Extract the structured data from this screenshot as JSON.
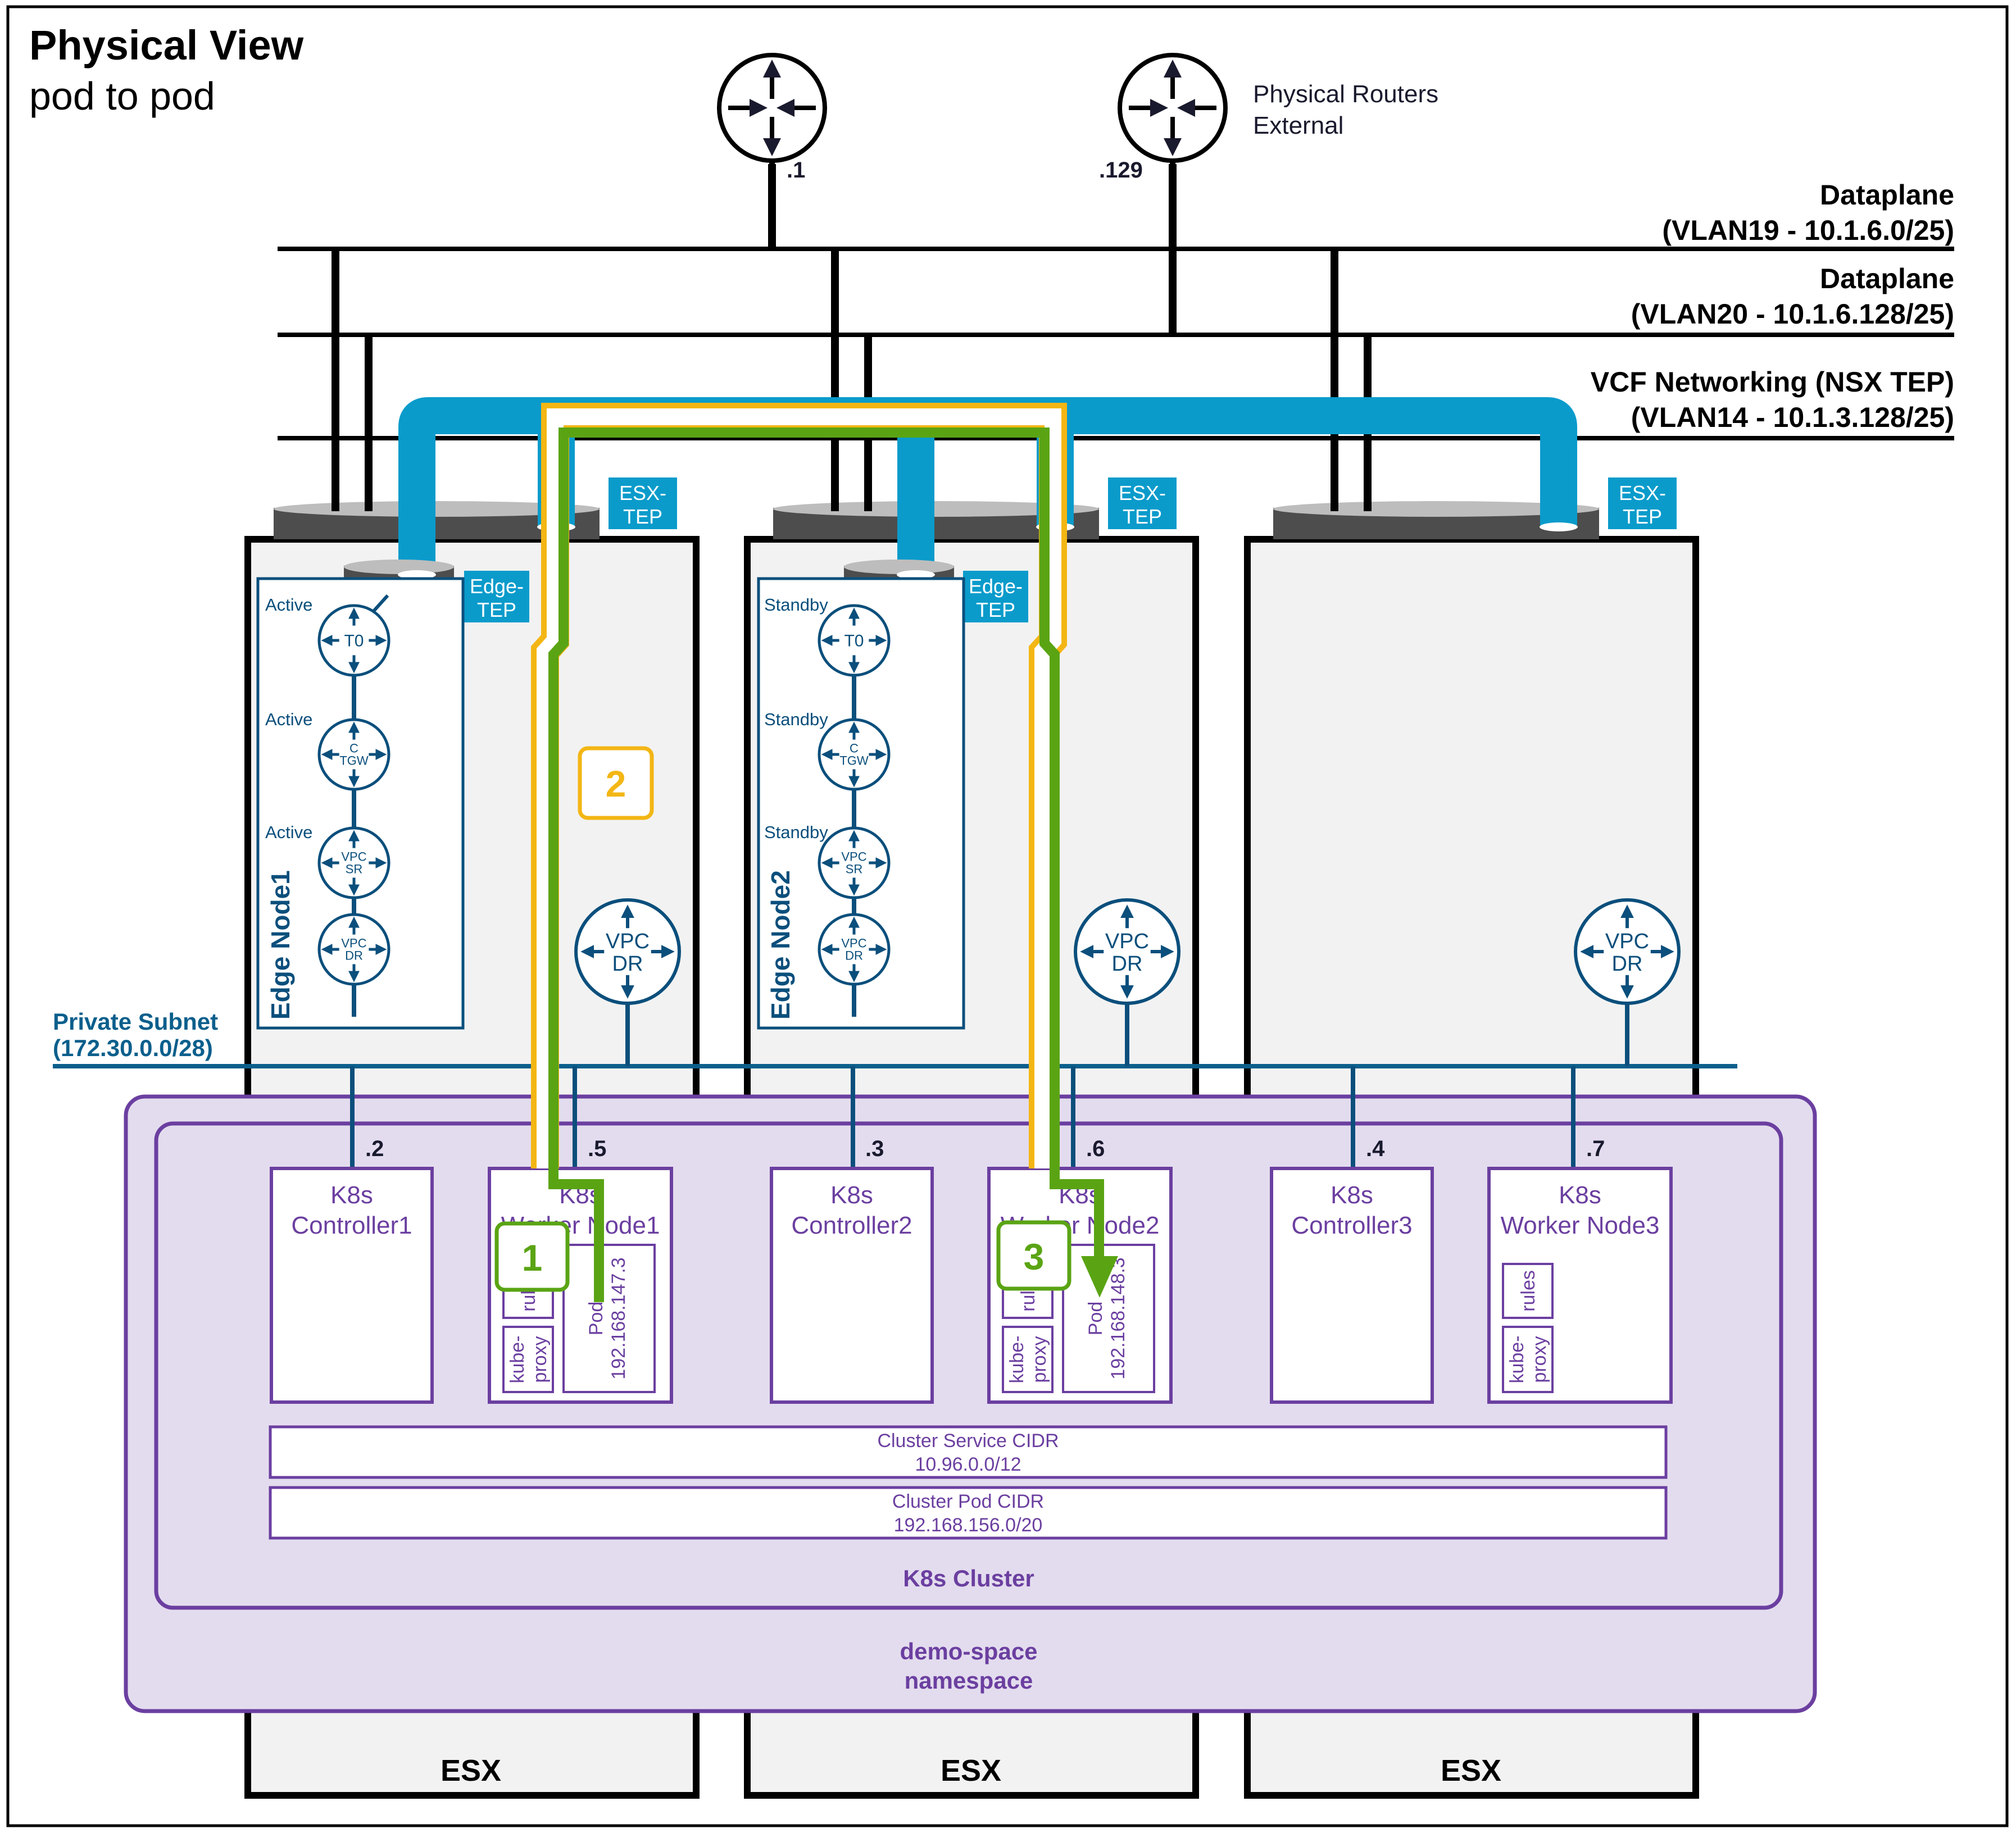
{
  "header": {
    "title": "Physical View",
    "subtitle": "pod to pod"
  },
  "routers": [
    {
      "label": ".1"
    },
    {
      "label": ".129"
    }
  ],
  "routers_caption": {
    "line1": "Physical Routers",
    "line2": "External"
  },
  "networks": {
    "dataplane1": {
      "title": "Dataplane",
      "subnet": "(VLAN19 - 10.1.6.0/25)"
    },
    "dataplane2": {
      "title": "Dataplane",
      "subnet": "(VLAN20 - 10.1.6.128/25)"
    },
    "tep": {
      "title": "VCF Networking (NSX TEP)",
      "subnet": "(VLAN14 - 10.1.3.128/25)"
    }
  },
  "tep_labels": {
    "esx_line1": "ESX-",
    "esx_line2": "TEP",
    "edge_line1": "Edge-",
    "edge_line2": "TEP"
  },
  "edge_nodes": [
    {
      "name": "Edge Node1",
      "states": [
        "Active",
        "Active",
        "Active"
      ]
    },
    {
      "name": "Edge Node2",
      "states": [
        "Standby",
        "Standby",
        "Standby"
      ]
    }
  ],
  "edge_routers": {
    "t0": "T0",
    "tgw_top": "C",
    "tgw_bottom": "TGW",
    "vpc": "VPC",
    "sr": "SR",
    "dr": "DR"
  },
  "private_subnet": {
    "line1": "Private Subnet",
    "line2": "(172.30.0.0/28)"
  },
  "node_ips": [
    ".2",
    ".5",
    ".3",
    ".6",
    ".4",
    ".7"
  ],
  "k8s_nodes": [
    {
      "line1": "K8s",
      "line2": "Controller1"
    },
    {
      "line1": "K8s",
      "line2": "Worker Node1"
    },
    {
      "line1": "K8s",
      "line2": "Controller2"
    },
    {
      "line1": "K8s",
      "line2": "Worker Node2"
    },
    {
      "line1": "K8s",
      "line2": "Controller3"
    },
    {
      "line1": "K8s",
      "line2": "Worker Node3"
    }
  ],
  "worker_components": {
    "rules": "rules",
    "kube_line1": "kube-",
    "kube_line2": "proxy",
    "pod": "Pod"
  },
  "pods": [
    {
      "ip": "192.168.147.3"
    },
    {
      "ip": "192.168.148.3"
    }
  ],
  "cidrs": [
    {
      "title": "Cluster Service CIDR",
      "value": "10.96.0.0/12"
    },
    {
      "title": "Cluster Pod CIDR",
      "value": "192.168.156.0/20"
    }
  ],
  "cluster_label": "K8s Cluster",
  "namespace": {
    "line1": "demo-space",
    "line2": "namespace"
  },
  "esx_hosts": [
    "ESX",
    "ESX",
    "ESX"
  ],
  "steps": [
    "1",
    "2",
    "3"
  ],
  "colors": {
    "tep_blue": "#0a9bcb",
    "node_blue": "#0b4f7c",
    "purple": "#6b3fa0",
    "purple_fill": "#e3dcee",
    "path_yellow": "#f3b614",
    "path_green": "#5aa414",
    "host_fill": "#f2f2f2"
  }
}
